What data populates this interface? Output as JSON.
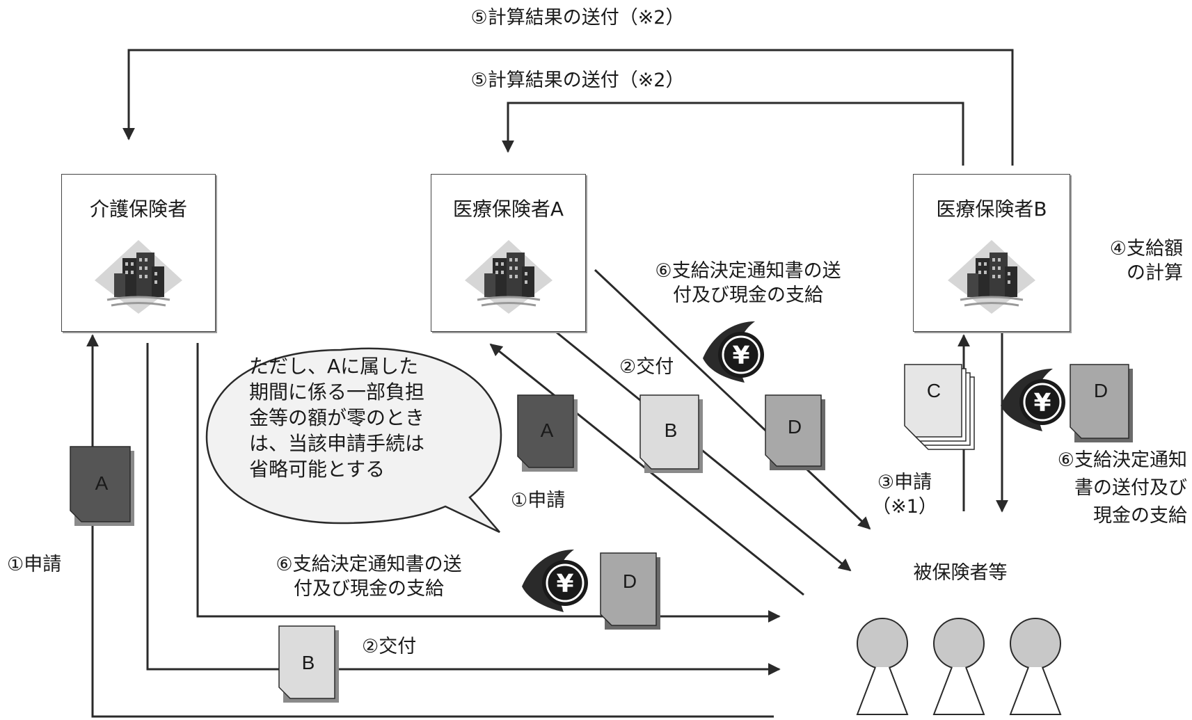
{
  "entities": {
    "kaigo": "介護保険者",
    "iryoA": "医療保険者A",
    "iryoB": "医療保険者B",
    "insured": "被保険者等"
  },
  "labels": {
    "top_send_outer": "⑤計算結果の送付（※2）",
    "top_send_inner": "⑤計算結果の送付（※2）",
    "calc_B": "④支給額\nの計算",
    "notice_A": "⑥支給決定通知書の送\n付及び現金の支給",
    "issue_A": "②交付",
    "apply_A": "①申請",
    "apply_B": "③申請\n（※1）",
    "notice_B": "⑥支給決定通知\n書の送付及び\n現金の支給",
    "apply_kaigo": "①申請",
    "notice_kaigo": "⑥支給決定通知書の送\n付及び現金の支給",
    "issue_kaigo": "②交付"
  },
  "speech_bubble": "ただし、Aに属した\n期間に係る一部負担\n金等の額が零のとき\nは、当該申請手続は\n省略可能とする",
  "documents": {
    "A": "A",
    "B": "B",
    "C": "C",
    "D": "D"
  },
  "yen_symbol": "¥",
  "colors": {
    "doc_A": "#555555",
    "doc_B": "#dcdcdc",
    "doc_C": "#e6e6e6",
    "doc_D": "#a8a8a8",
    "line": "#2a2a2a",
    "person": "#c8c8c8"
  }
}
